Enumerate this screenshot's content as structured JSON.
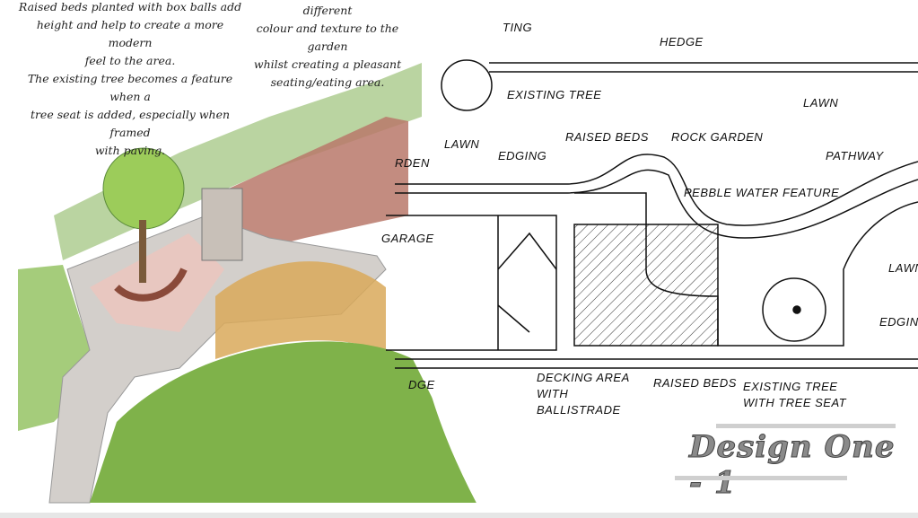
{
  "notes": {
    "left": [
      "Raised beds planted with box balls add",
      "height and help to create a more modern",
      "feel to the area.",
      "The existing tree becomes a feature when a",
      "tree seat is added, especially when framed",
      "with paving."
    ],
    "right": [
      "A decked area will add a different",
      "colour and texture to the garden",
      "whilst creating a pleasant",
      "seating/eating area."
    ]
  },
  "plan_labels": {
    "top_cut": "TING",
    "hedge": "HEDGE",
    "lawn_top_right": "LAWN",
    "existing_tree_top": "EXISTING TREE",
    "lawn_top_left": "LAWN",
    "garden_cut": "RDEN",
    "edging_top": "EDGING",
    "raised_beds_top": "RAISED BEDS",
    "rock_garden": "ROCK GARDEN",
    "pathway": "PATHWAY",
    "pebble_water_feature": "PEBBLE WATER FEATURE",
    "garage": "GARAGE",
    "lawn_right": "LAWN",
    "edging_right": "EDGING",
    "edging_bottom_cut": "DGE",
    "decking_area": [
      "DECKING AREA",
      "WITH",
      "BALLISTRADE"
    ],
    "raised_beds_bottom": "RAISED BEDS",
    "existing_tree_seat": [
      "EXISTING TREE",
      "WITH TREE SEAT"
    ]
  },
  "title": "Design One - 1",
  "colors": {
    "lawn": "#7fb24a",
    "decking": "#b9786a",
    "paving": "#c9c4c0",
    "rocks": "#d9a95a",
    "title": "#8a8a8a"
  }
}
